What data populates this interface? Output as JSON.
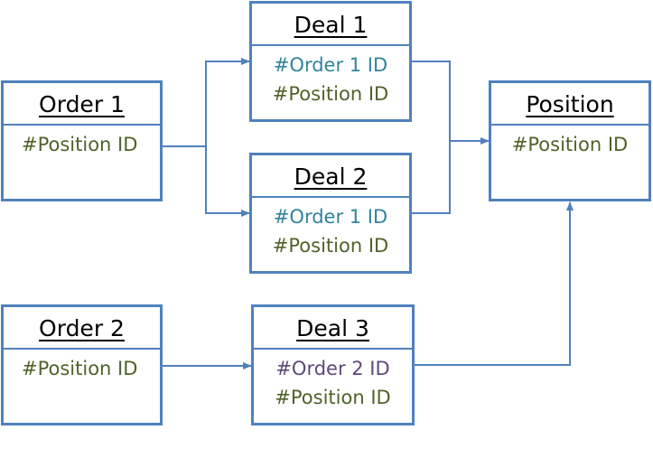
{
  "colors": {
    "border": "#4f81bd",
    "connector": "#4f81bd",
    "title_text": "#000000",
    "position_field": "#4f6228",
    "order1_ref_field": "#31849b",
    "order2_ref_field": "#5f497a"
  },
  "order1": {
    "title": "Order 1",
    "fields": [
      "#Position ID"
    ]
  },
  "order2": {
    "title": "Order 2",
    "fields": [
      "#Position ID"
    ]
  },
  "deal1": {
    "title": "Deal 1",
    "fields": [
      "#Order 1 ID",
      "#Position ID"
    ]
  },
  "deal2": {
    "title": "Deal 2",
    "fields": [
      "#Order 1 ID",
      "#Position ID"
    ]
  },
  "deal3": {
    "title": "Deal 3",
    "fields": [
      "#Order 2 ID",
      "#Position ID"
    ]
  },
  "position": {
    "title": "Position",
    "fields": [
      "#Position ID"
    ]
  }
}
